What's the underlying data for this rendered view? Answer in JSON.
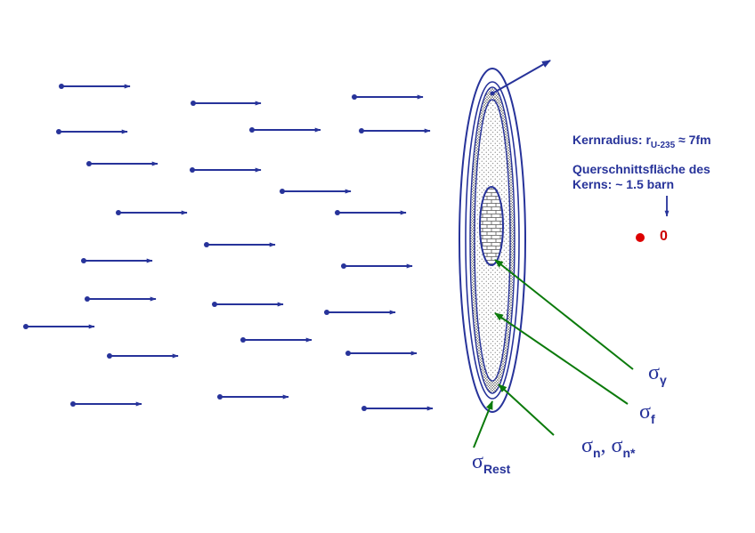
{
  "info": {
    "radius_prefix": "Kernradius: r",
    "radius_sub": "U-235",
    "radius_suffix": " ≈ 7fm",
    "area_line1": "Querschnittsfläche des",
    "area_line2": "Kerns: ~ 1.5 barn"
  },
  "nucleus_dot_label": "0",
  "sigmas": {
    "gamma": {
      "symbol": "σ",
      "sub": "γ"
    },
    "fission": {
      "symbol": "σ",
      "sub": "f"
    },
    "neutron": {
      "symbol": "σ",
      "sub": "n",
      "sep": ", ",
      "symbol2": "σ",
      "sub2": "n*"
    },
    "rest": {
      "symbol": "σ",
      "sub": "Rest"
    }
  },
  "colors": {
    "neutron_arrow": "#27339a",
    "target_outline": "#27339a",
    "pointer_arrow": "#0b7a0b",
    "nucleus_dot": "#dd0000"
  }
}
